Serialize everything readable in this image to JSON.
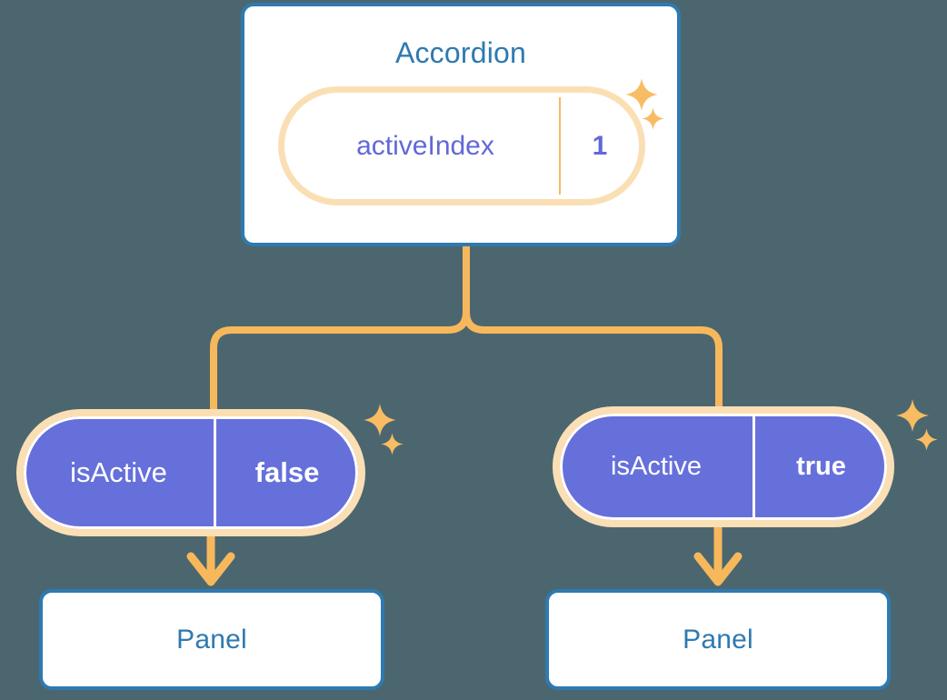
{
  "theme": {
    "background": "#4c666f",
    "box_border": "#2e7ab0",
    "box_fill": "#ffffff",
    "title_text": "#2e7ab0",
    "pill_ring": "#f7b85c",
    "pill_glow": "#fbdfb4",
    "pill_fill_active": "#6670db",
    "pill_text_purple": "#6168d8",
    "pill_text_white": "#ffffff",
    "connector": "#f7b85c",
    "sparkle": "#f8bc62"
  },
  "diagram": {
    "type": "component-tree",
    "root": {
      "title": "Accordion",
      "state": {
        "name": "activeIndex",
        "value": "1"
      }
    },
    "children": [
      {
        "id": "left",
        "prop": {
          "name": "isActive",
          "value": "false"
        },
        "title": "Panel"
      },
      {
        "id": "right",
        "prop": {
          "name": "isActive",
          "value": "true"
        },
        "title": "Panel"
      }
    ],
    "sparkle_groups": [
      {
        "id": "root",
        "count": 2
      },
      {
        "id": "left",
        "count": 2
      },
      {
        "id": "right",
        "count": 2
      }
    ]
  }
}
